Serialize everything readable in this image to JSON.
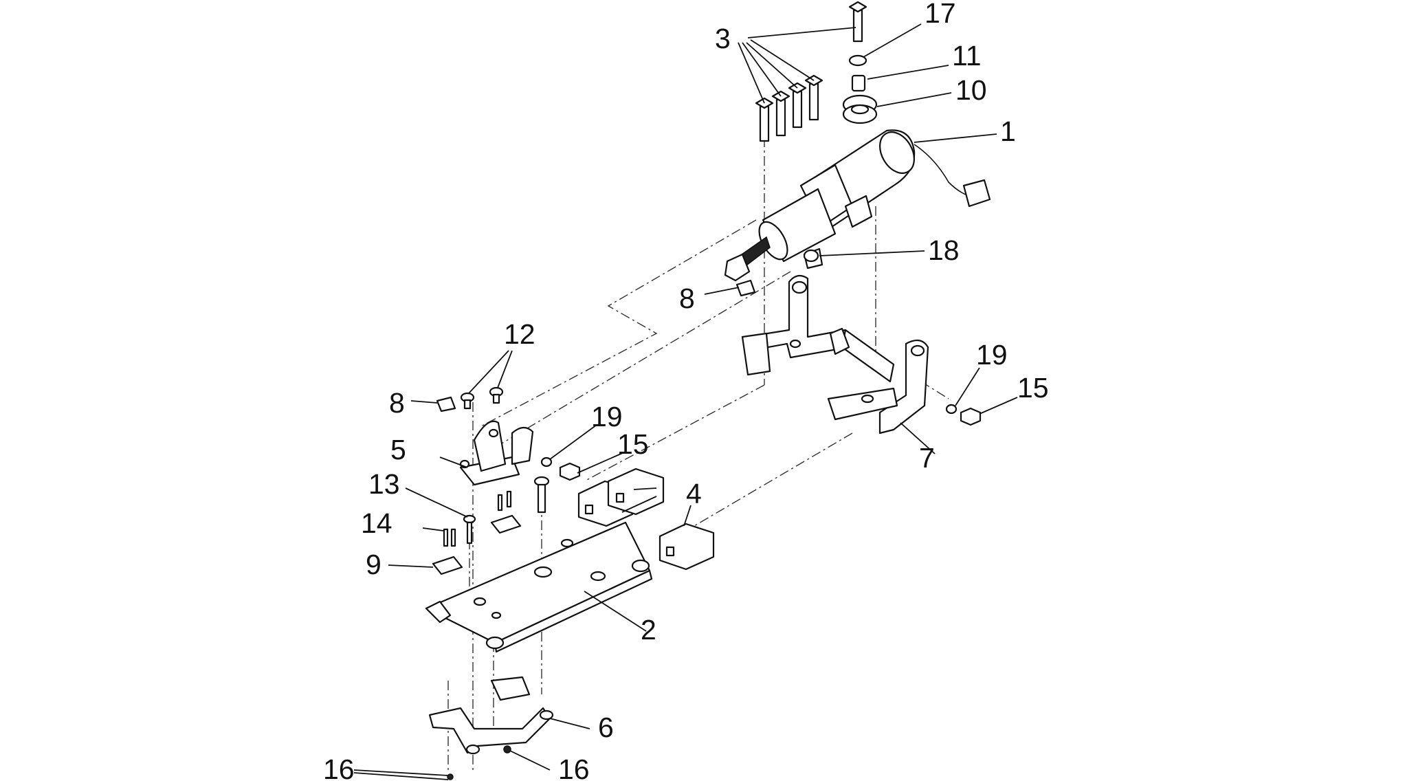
{
  "diagram": {
    "callouts": {
      "c1": "1",
      "c2": "2",
      "c3": "3",
      "c4": "4",
      "c5": "5",
      "c6": "6",
      "c7": "7",
      "c8a": "8",
      "c8b": "8",
      "c9": "9",
      "c10": "10",
      "c11": "11",
      "c12": "12",
      "c13": "13",
      "c14": "14",
      "c15a": "15",
      "c15b": "15",
      "c16a": "16",
      "c16b": "16",
      "c17": "17",
      "c18": "18",
      "c19a": "19",
      "c19b": "19"
    },
    "colors": {
      "ink": "#111111",
      "background": "#ffffff"
    }
  }
}
